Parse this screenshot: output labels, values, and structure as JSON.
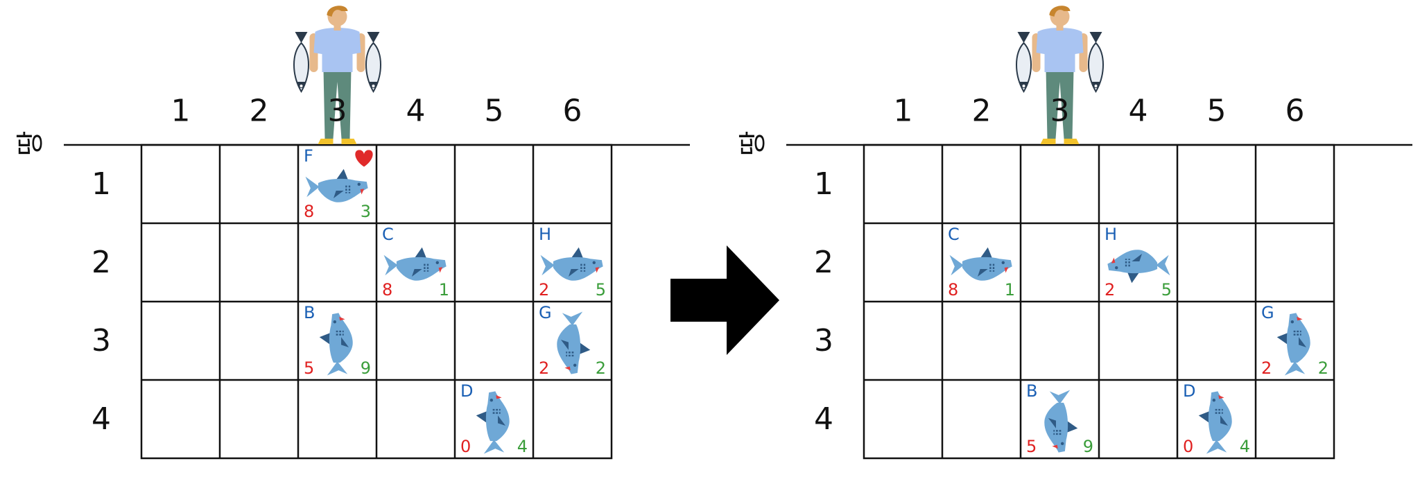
{
  "colors": {
    "grid": "#111111",
    "shark_body": "#6fa8d6",
    "shark_fin": "#2f5b86",
    "shark_mouth": "#e53b3b",
    "id_text": "#1a5fb4",
    "red_number": "#e02020",
    "green_number": "#3a9d3a",
    "heart": "#e02a2a",
    "arrow": "#000000",
    "person_skin": "#e7b98b",
    "person_hair": "#c7852e",
    "person_shirt": "#a9c4f2",
    "person_pants": "#5e8a7c",
    "person_shoes": "#f2c22c"
  },
  "arrow_icon": "right-arrow-icon",
  "panels": [
    {
      "id": "before",
      "ground_label": "땅",
      "columns": [
        "1",
        "2",
        "3",
        "4",
        "5",
        "6"
      ],
      "rows": [
        "1",
        "2",
        "3",
        "4"
      ],
      "fisher_column": 3,
      "sharks": [
        {
          "id": "F",
          "row": 1,
          "col": 3,
          "direction": "right",
          "red": "8",
          "green": "3",
          "heart": true
        },
        {
          "id": "C",
          "row": 2,
          "col": 4,
          "direction": "right",
          "red": "8",
          "green": "1",
          "heart": false
        },
        {
          "id": "H",
          "row": 2,
          "col": 6,
          "direction": "right",
          "red": "2",
          "green": "5",
          "heart": false
        },
        {
          "id": "B",
          "row": 3,
          "col": 3,
          "direction": "up",
          "red": "5",
          "green": "9",
          "heart": false
        },
        {
          "id": "G",
          "row": 3,
          "col": 6,
          "direction": "down",
          "red": "2",
          "green": "2",
          "heart": false
        },
        {
          "id": "D",
          "row": 4,
          "col": 5,
          "direction": "up",
          "red": "0",
          "green": "4",
          "heart": false
        }
      ]
    },
    {
      "id": "after",
      "ground_label": "땅",
      "columns": [
        "1",
        "2",
        "3",
        "4",
        "5",
        "6"
      ],
      "rows": [
        "1",
        "2",
        "3",
        "4"
      ],
      "fisher_column": 3,
      "sharks": [
        {
          "id": "C",
          "row": 2,
          "col": 2,
          "direction": "right",
          "red": "8",
          "green": "1",
          "heart": false
        },
        {
          "id": "H",
          "row": 2,
          "col": 4,
          "direction": "left",
          "red": "2",
          "green": "5",
          "heart": false
        },
        {
          "id": "G",
          "row": 3,
          "col": 6,
          "direction": "up",
          "red": "2",
          "green": "2",
          "heart": false
        },
        {
          "id": "B",
          "row": 4,
          "col": 3,
          "direction": "down",
          "red": "5",
          "green": "9",
          "heart": false
        },
        {
          "id": "D",
          "row": 4,
          "col": 5,
          "direction": "up",
          "red": "0",
          "green": "4",
          "heart": false
        }
      ]
    }
  ]
}
